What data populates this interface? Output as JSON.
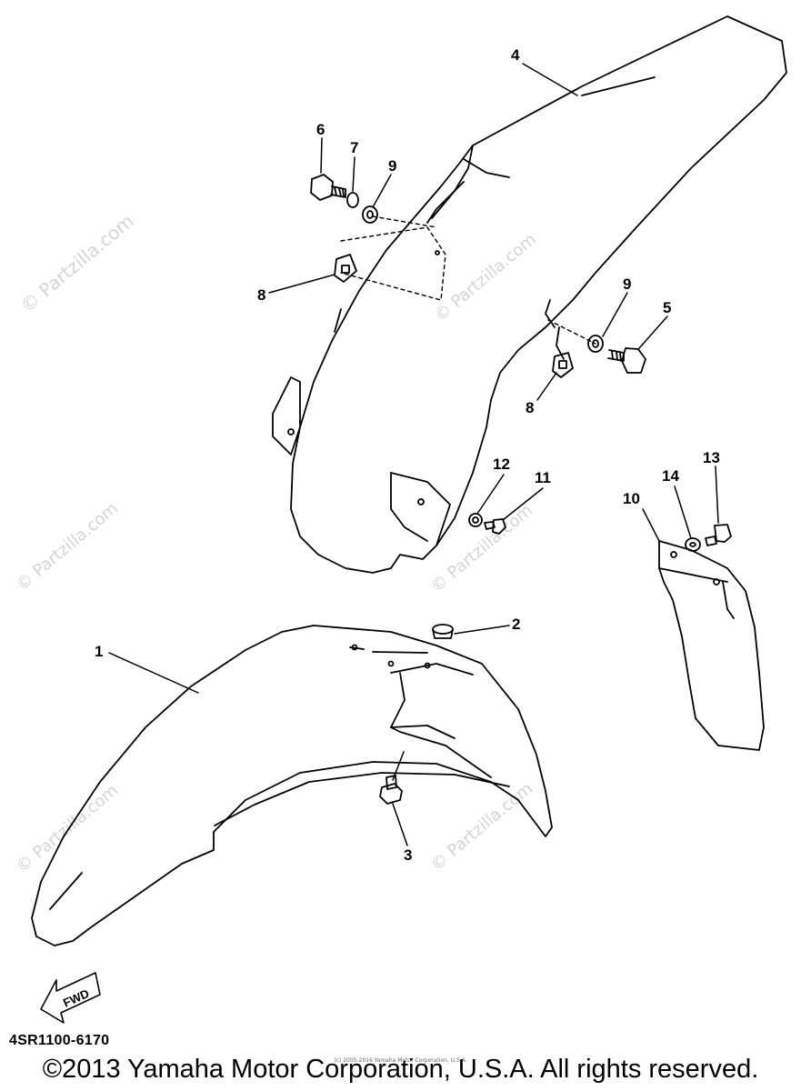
{
  "watermark": "© Partzilla.com",
  "callouts": {
    "c1": "1",
    "c2": "2",
    "c3": "3",
    "c4": "4",
    "c5": "5",
    "c6": "6",
    "c7": "7",
    "c8a": "8",
    "c8b": "8",
    "c9a": "9",
    "c9b": "9",
    "c10": "10",
    "c11": "11",
    "c12": "12",
    "c13": "13",
    "c14": "14"
  },
  "fwd_label": "FWD",
  "diagram_code": "4SR1100-6170",
  "small_copyright": "(c) 2005-2016 Yamaha Motor Corporation, U.S.A.",
  "copyright": "©2013 Yamaha Motor Corporation, U.S.A. All rights reserved."
}
